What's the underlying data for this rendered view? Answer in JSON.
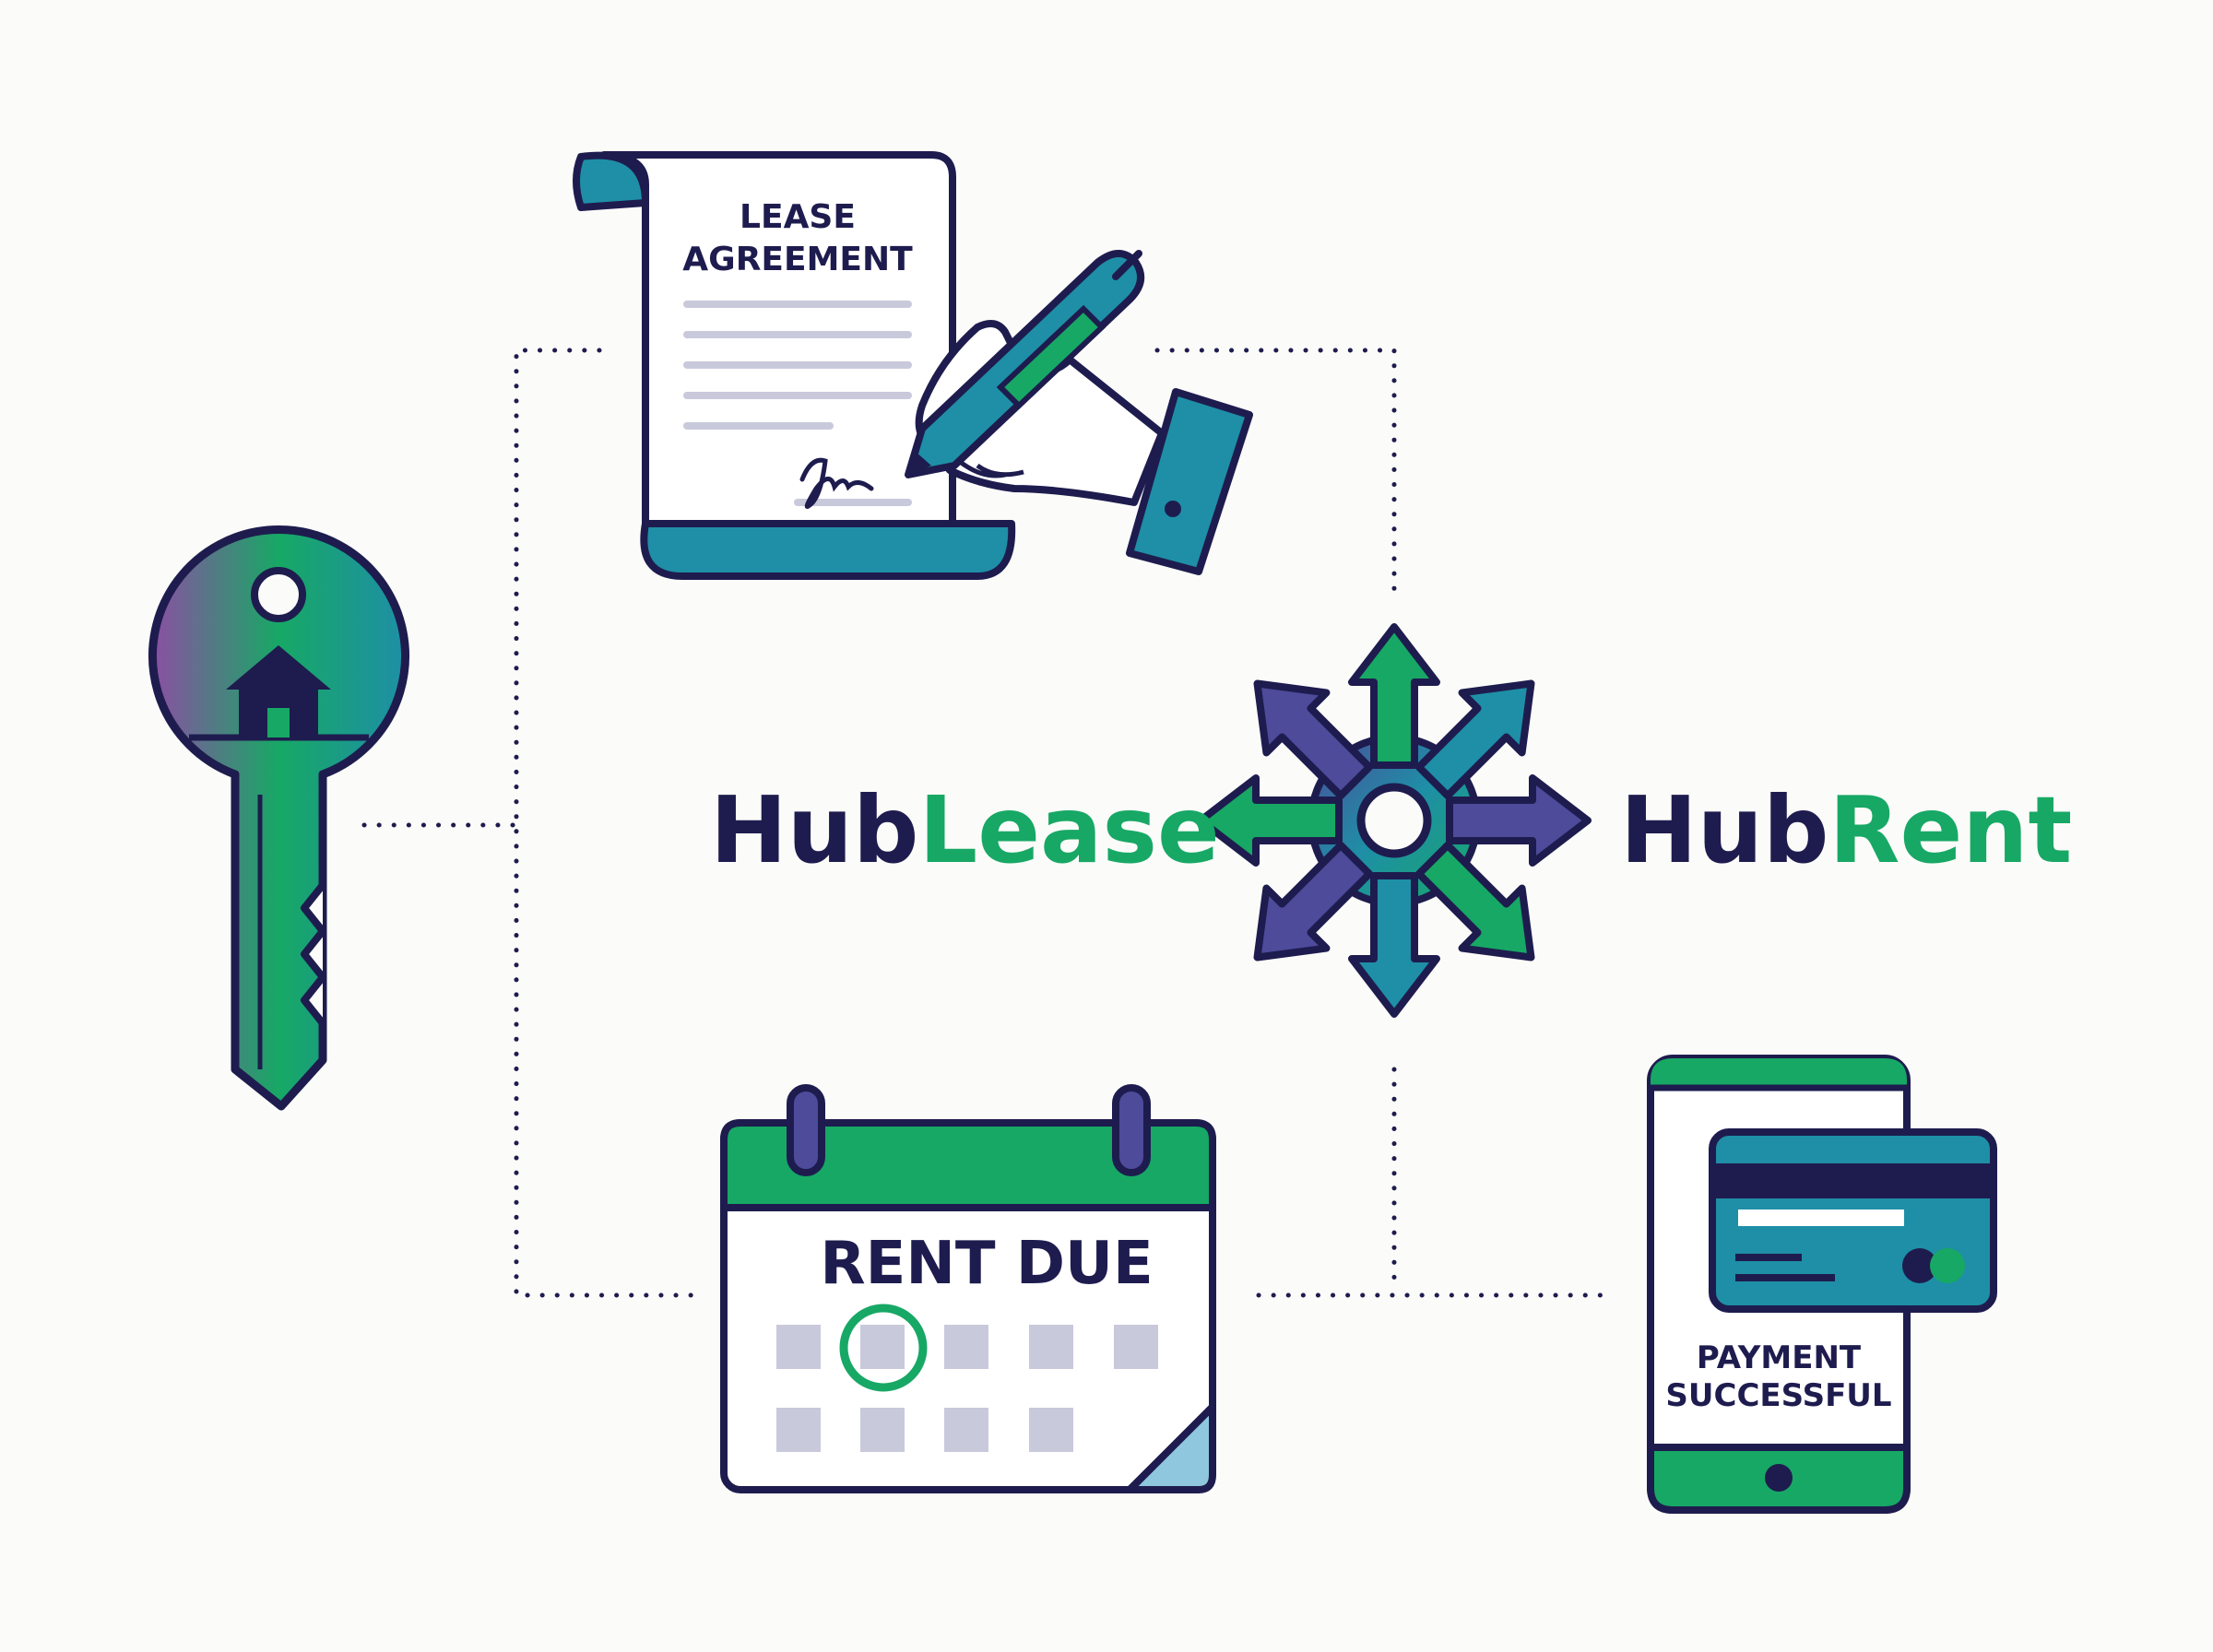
{
  "brands": [
    {
      "part1": "Hub",
      "part2": "Lease"
    },
    {
      "part1": "Hub",
      "part2": "Rent"
    }
  ],
  "lease_document": {
    "line1": "LEASE",
    "line2": "AGREEMENT"
  },
  "calendar": {
    "title": "RENT DUE"
  },
  "phone": {
    "line1": "PAYMENT",
    "line2": "SUCCESSFUL"
  },
  "icons": [
    "house-key-icon",
    "lease-document-icon",
    "signing-hand-icon",
    "pen-icon",
    "hub-arrows-icon",
    "calendar-icon",
    "phone-icon",
    "credit-card-icon"
  ],
  "colors": {
    "navy": "#1e1c4e",
    "green": "#17a865",
    "teal": "#1e8fa6",
    "purple": "#4d4b9a",
    "magenta": "#8b4fa3",
    "light_gray": "#c9c9dc"
  }
}
